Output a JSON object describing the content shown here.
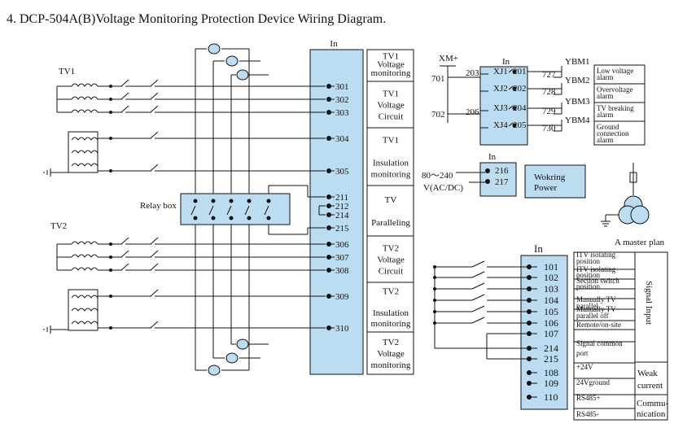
{
  "title": "4. DCP-504A(B)Voltage Monitoring Protection Device Wiring Diagram.",
  "left": {
    "in_label": "In",
    "tv1_label": "TV1",
    "tv2_label": "TV2",
    "relay_box_label": "Relay box",
    "terminals": [
      "301",
      "302",
      "303",
      "304",
      "305",
      "211",
      "212",
      "214",
      "215",
      "306",
      "307",
      "308",
      "309",
      "310"
    ],
    "groups": [
      [
        "TV1",
        "Voltage",
        "monitoring"
      ],
      [
        "TV1",
        "Voltage",
        "Circuit"
      ],
      [
        "TV1",
        "",
        "Insulation",
        "monitoring"
      ],
      [
        "TV",
        "",
        "Paralleling"
      ],
      [
        "TV2",
        "Voltage",
        "Circuit"
      ],
      [
        "TV2",
        "",
        "Insulation",
        "monitoring"
      ],
      [
        "TV2",
        "Voltage",
        "monitoring"
      ]
    ]
  },
  "alarm": {
    "in_label": "In",
    "xm": "XM+",
    "left_nums": [
      "701",
      "702"
    ],
    "pre_nums": [
      "203",
      "206"
    ],
    "relays": [
      "XJ1",
      "XJ2",
      "XJ3",
      "XJ4"
    ],
    "inner_nums": [
      "201",
      "202",
      "204",
      "205"
    ],
    "out_nums": [
      "727",
      "728",
      "729",
      "730"
    ],
    "ybm": [
      "YBM1",
      "YBM2",
      "YBM3",
      "YBM4"
    ],
    "labels": [
      [
        "Low voltage",
        "alarm"
      ],
      [
        "Overvoltage",
        "alarm"
      ],
      [
        "TV breaking",
        "alarm"
      ],
      [
        "Ground",
        "connection",
        "alarm"
      ]
    ]
  },
  "power": {
    "in_label": "In",
    "voltage": [
      "80～240",
      "V(AC/DC)"
    ],
    "terminals": [
      "216",
      "217"
    ],
    "label": [
      "Wokring",
      "Power"
    ]
  },
  "master_plan": "A master plan",
  "signal": {
    "in_label": "In",
    "terminals": [
      "101",
      "102",
      "103",
      "104",
      "105",
      "106",
      "107",
      "214",
      "215",
      "108",
      "109",
      "110"
    ],
    "labels": [
      [
        "ITV isolating",
        "position"
      ],
      [
        "ITV isolating",
        "position"
      ],
      [
        "Section switch",
        "position"
      ],
      [
        "Manually TV",
        "parallel"
      ],
      [
        "Manually TV",
        "parallel off"
      ],
      [
        "Remote/on-site"
      ],
      [
        "Signal common",
        "port"
      ],
      [
        "+24V"
      ],
      [
        "24Vground"
      ],
      [
        "RS485+"
      ],
      [
        "RS485-"
      ]
    ],
    "side_input": "Signal Input",
    "weak_current": [
      "Weak",
      "current"
    ],
    "communication": [
      "Commu-",
      "nication"
    ]
  },
  "colors": {
    "terminal_fill": "#bcdcf2",
    "line": "#111111"
  }
}
